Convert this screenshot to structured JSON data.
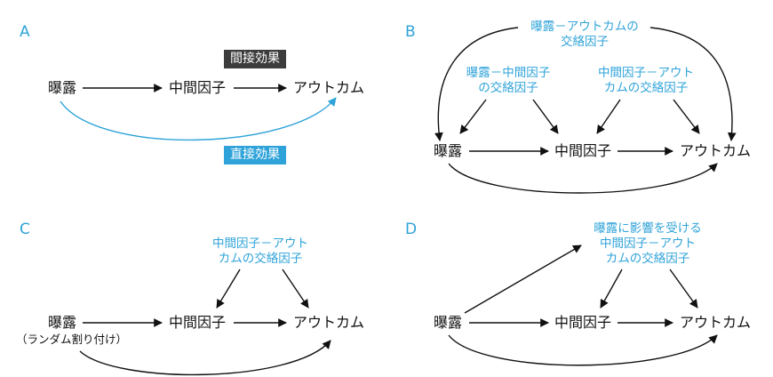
{
  "colors": {
    "accent": "#2fa3d9",
    "dark_badge": "#3c3c3c",
    "text": "#111111"
  },
  "panels": {
    "A": {
      "letter": "A",
      "exposure": "曝露",
      "mediator": "中間因子",
      "outcome": "アウトカム",
      "indirect_effect": "間接効果",
      "direct_effect": "直接効果"
    },
    "B": {
      "letter": "B",
      "exposure": "曝露",
      "mediator": "中間因子",
      "outcome": "アウトカム",
      "conf_eo_line1": "曝露－アウトカムの",
      "conf_eo_line2": "交絡因子",
      "conf_em_line1": "曝露－中間因子",
      "conf_em_line2": "の交絡因子",
      "conf_mo_line1": "中間因子－アウト",
      "conf_mo_line2": "カムの交絡因子"
    },
    "C": {
      "letter": "C",
      "exposure": "曝露",
      "exposure_note": "（ランダム割り付け）",
      "mediator": "中間因子",
      "outcome": "アウトカム",
      "conf_mo_line1": "中間因子－アウト",
      "conf_mo_line2": "カムの交絡因子"
    },
    "D": {
      "letter": "D",
      "exposure": "曝露",
      "mediator": "中間因子",
      "outcome": "アウトカム",
      "conf_line1": "曝露に影響を受ける",
      "conf_line2": "中間因子－アウト",
      "conf_line3": "カムの交絡因子"
    }
  }
}
